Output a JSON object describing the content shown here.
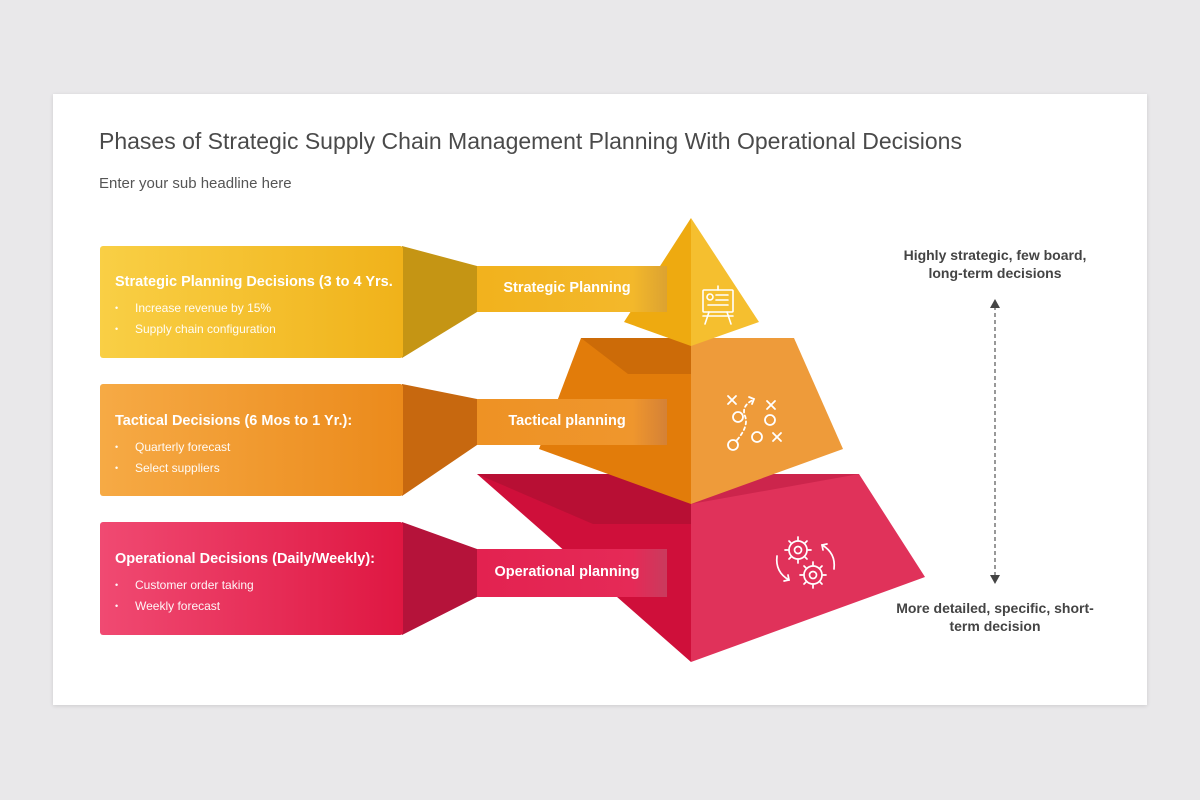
{
  "title": "Phases of Strategic Supply Chain Management Planning With Operational Decisions",
  "subtitle": "Enter your sub headline here",
  "levels": [
    {
      "heading": "Strategic Planning Decisions (3 to 4 Yrs.",
      "bullets": [
        "Increase revenue by 15%",
        "Supply chain configuration"
      ],
      "label": "Strategic Planning",
      "icon": "presentation-board-icon",
      "color": "#f3b61f"
    },
    {
      "heading": "Tactical Decisions (6 Mos to 1 Yr.):",
      "bullets": [
        "Quarterly forecast",
        "Select suppliers"
      ],
      "label": "Tactical planning",
      "icon": "strategy-play-icon",
      "color": "#ee9426"
    },
    {
      "heading": "Operational Decisions (Daily/Weekly):",
      "bullets": [
        "Customer order taking",
        "Weekly forecast"
      ],
      "label": "Operational planning",
      "icon": "gears-cycle-icon",
      "color": "#e3224f"
    }
  ],
  "side": {
    "top": "Highly strategic, few board, long-term decisions",
    "bottom": "More detailed, specific, short-term decision"
  }
}
